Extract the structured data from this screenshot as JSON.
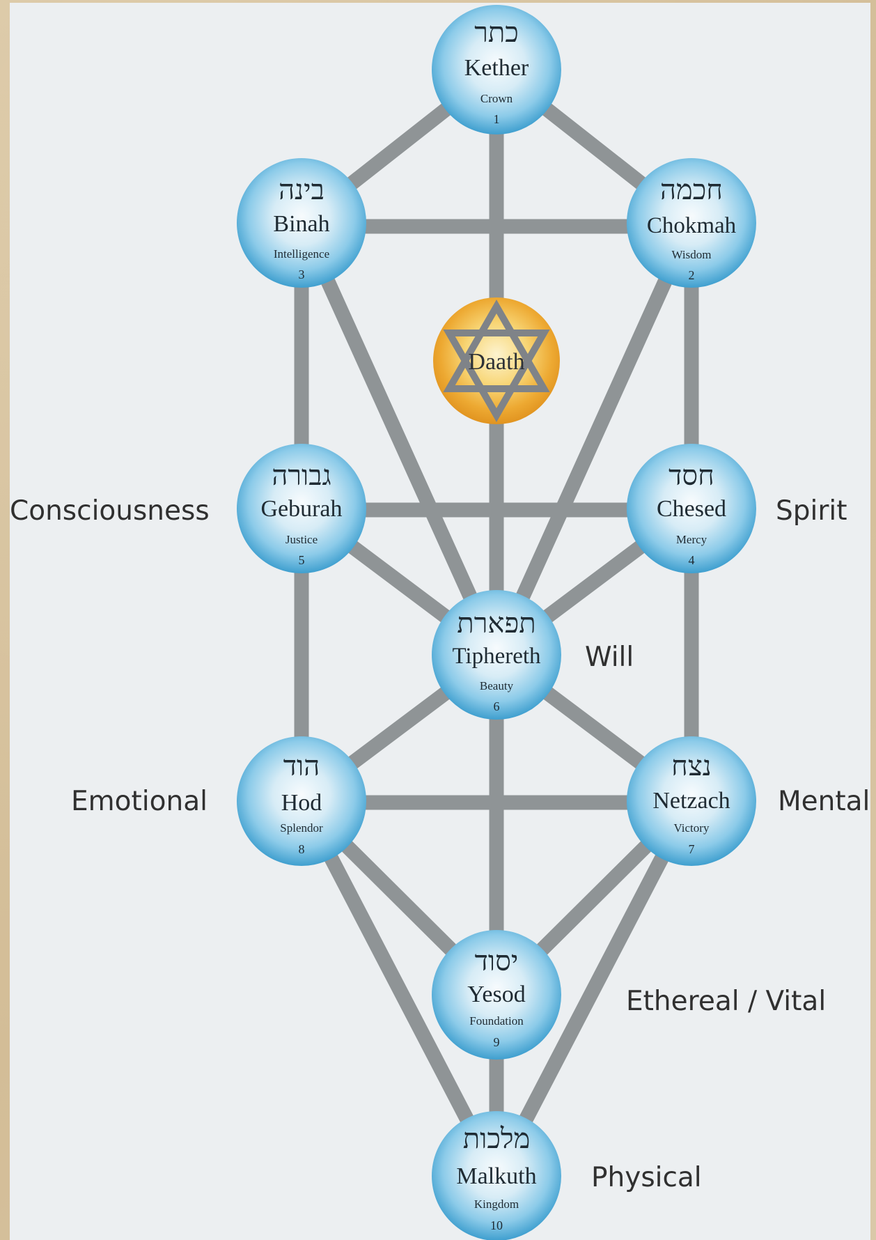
{
  "colors": {
    "page_background": "#eceff1",
    "path_color": "#8f9496",
    "sphere_blue": "#4aa6d4",
    "daath_gold": "#e9a52b"
  },
  "sephiroth": {
    "kether": {
      "hebrew": "כתר",
      "name": "Kether",
      "meaning": "Crown",
      "number": "1"
    },
    "chokmah": {
      "hebrew": "חכמה",
      "name": "Chokmah",
      "meaning": "Wisdom",
      "number": "2"
    },
    "binah": {
      "hebrew": "בינה",
      "name": "Binah",
      "meaning": "Intelligence",
      "number": "3"
    },
    "chesed": {
      "hebrew": "חסד",
      "name": "Chesed",
      "meaning": "Mercy",
      "number": "4"
    },
    "geburah": {
      "hebrew": "גבורה",
      "name": "Geburah",
      "meaning": "Justice",
      "number": "5"
    },
    "tiphereth": {
      "hebrew": "תפארת",
      "name": "Tiphereth",
      "meaning": "Beauty",
      "number": "6"
    },
    "netzach": {
      "hebrew": "נצח",
      "name": "Netzach",
      "meaning": "Victory",
      "number": "7"
    },
    "hod": {
      "hebrew": "הוד",
      "name": "Hod",
      "meaning": "Splendor",
      "number": "8"
    },
    "yesod": {
      "hebrew": "יסוד",
      "name": "Yesod",
      "meaning": "Foundation",
      "number": "9"
    },
    "malkuth": {
      "hebrew": "מלכות",
      "name": "Malkuth",
      "meaning": "Kingdom",
      "number": "10"
    }
  },
  "daath": {
    "name": "Daath",
    "icon": "star-of-david-icon"
  },
  "side_labels": {
    "consciousness": "Consciousness",
    "spirit": "Spirit",
    "will": "Will",
    "emotional": "Emotional",
    "mental": "Mental",
    "ethereal": "Ethereal / Vital",
    "physical": "Physical"
  }
}
